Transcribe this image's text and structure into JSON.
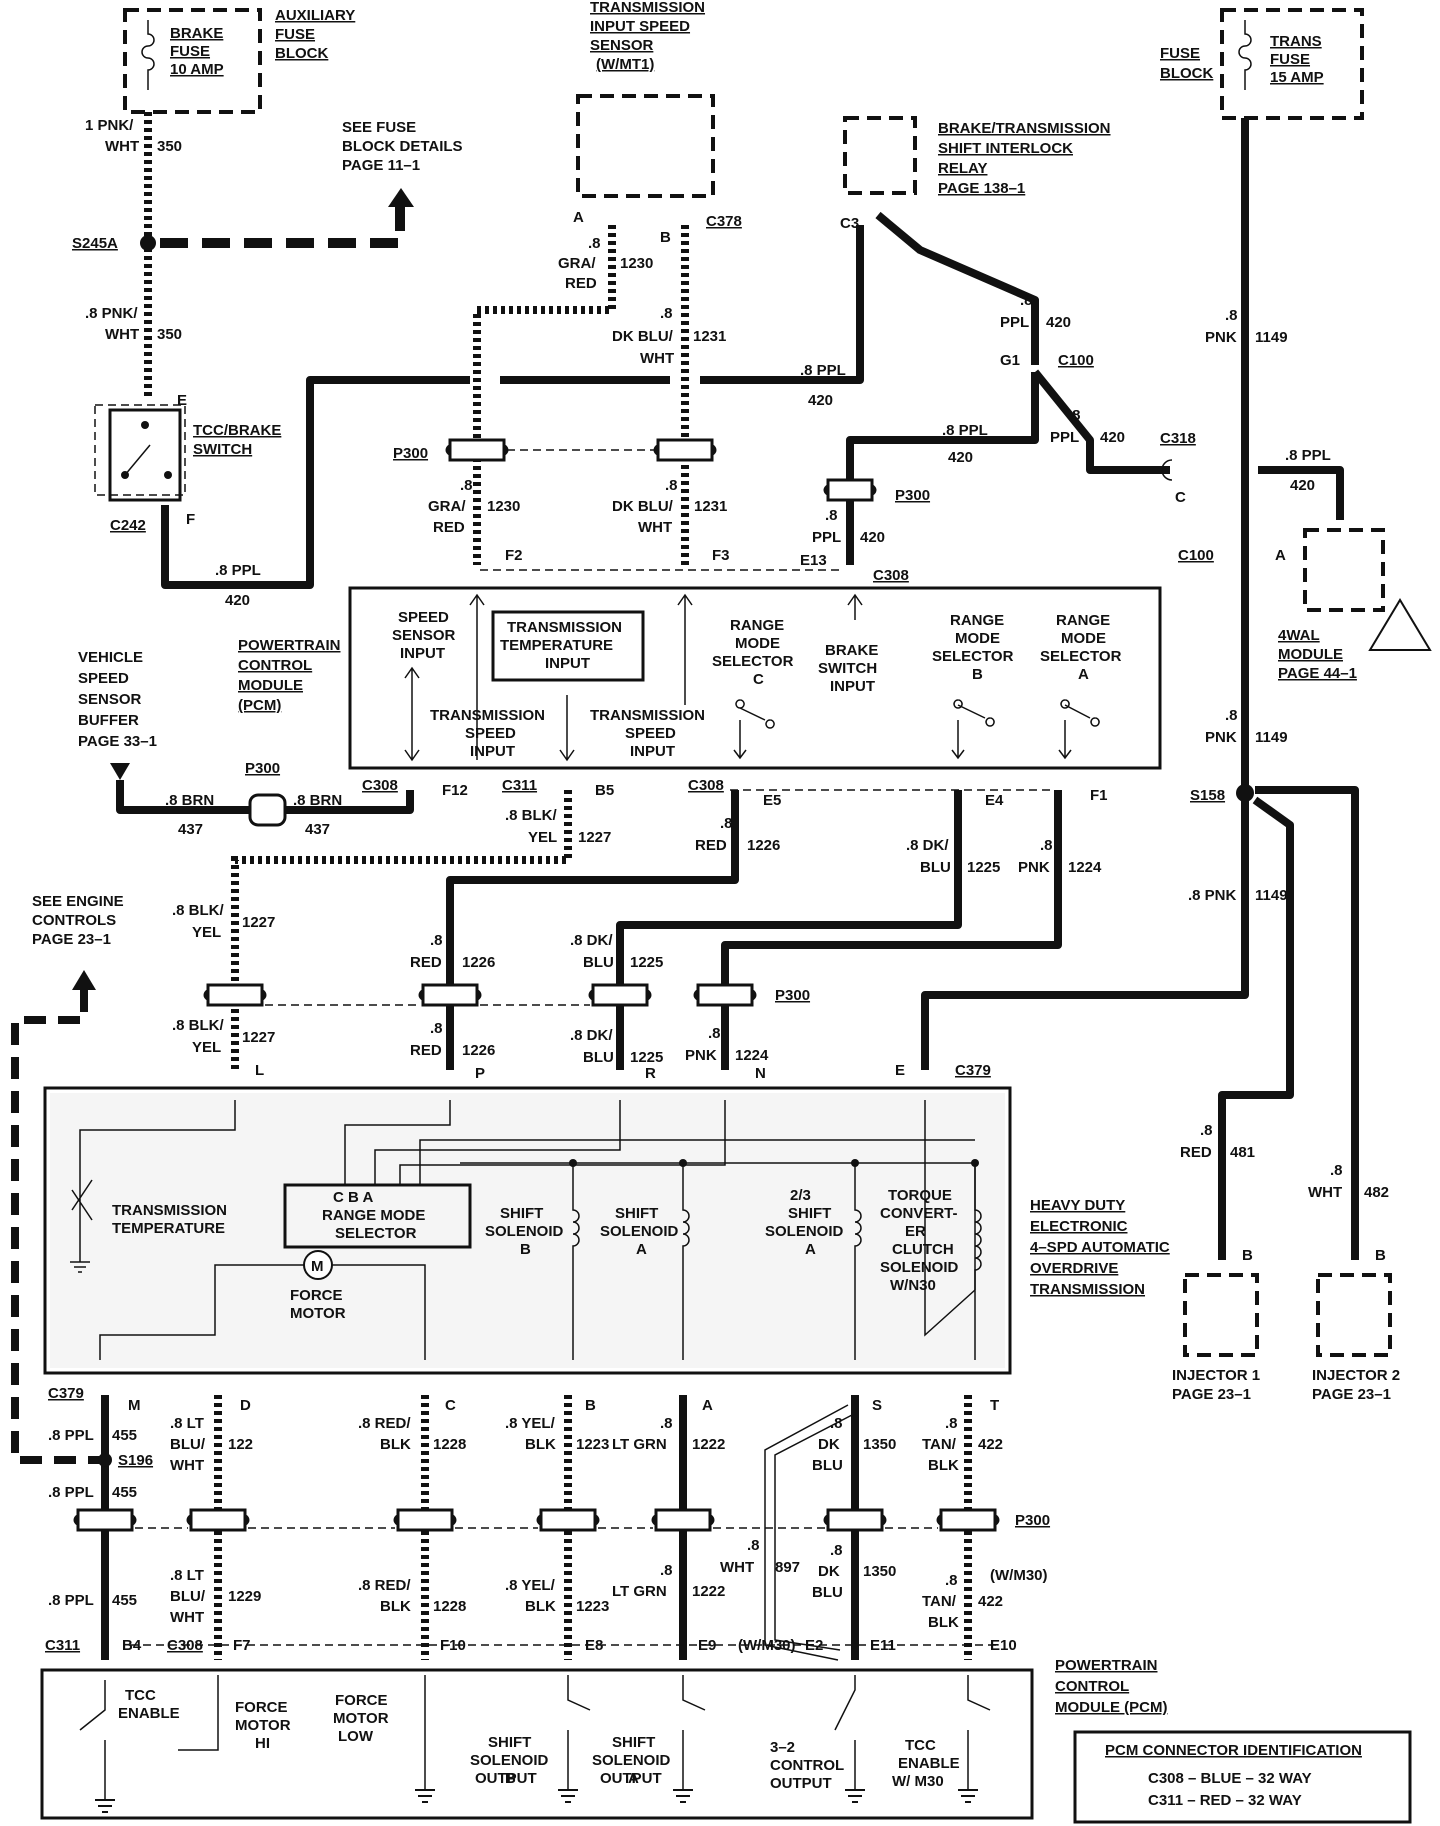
{
  "labels": {
    "aux_fuse_block": [
      "AUXILIARY",
      "FUSE",
      "BLOCK"
    ],
    "brake_fuse": [
      "BRAKE",
      "FUSE",
      "10 AMP"
    ],
    "see_fuse_block": [
      "SEE FUSE",
      "BLOCK DETAILS",
      "PAGE 11–1"
    ],
    "s245a": "S245A",
    "w350a": [
      "1 PNK/",
      "WHT",
      "350"
    ],
    "w350b": [
      ".8 PNK/",
      "WHT",
      "350"
    ],
    "tcc_brake_switch": [
      "TCC/BRAKE",
      "SWITCH"
    ],
    "c242": "C242",
    "w420_bottom": [
      ".8 PPL",
      "420"
    ],
    "tiss": [
      "TRANSMISSION",
      "INPUT SPEED",
      "SENSOR",
      "(W/MT1)"
    ],
    "c378": "C378",
    "pin_a": "A",
    "pin_b": "B",
    "pin_c": "C",
    "pin_e": "E",
    "pin_f": "F",
    "w1230": [
      ".8",
      "GRA/",
      "RED",
      "1230"
    ],
    "w1231": [
      ".8",
      "DK BLU/",
      "WHT",
      "1231"
    ],
    "w420_mid": [
      ".8 PPL",
      "420"
    ],
    "shift_interlock": [
      "BRAKE/TRANSMISSION",
      "SHIFT INTERLOCK",
      "RELAY",
      "PAGE 138–1"
    ],
    "c3": "C3",
    "w420_ppl": [
      ".8",
      "PPL",
      "420"
    ],
    "g1": "G1",
    "c100": "C100",
    "c318": "C318",
    "p300": "P300",
    "pin_f2": "F2",
    "pin_f3": "F3",
    "pin_e13": "E13",
    "c308": "C308",
    "trans_fuse": [
      "TRANS",
      "FUSE",
      "15 AMP"
    ],
    "fuse_block": [
      "FUSE",
      "BLOCK"
    ],
    "w1149": [
      ".8",
      "PNK",
      "1149"
    ],
    "w1149b": [
      ".8 PNK",
      "1149"
    ],
    "s158": "S158",
    "wal_module": [
      "4WAL",
      "MODULE",
      "PAGE 44–1"
    ],
    "pcm": [
      "POWERTRAIN",
      "CONTROL",
      "MODULE",
      "(PCM)"
    ],
    "pcm_in": {
      "speed_sensor": [
        "SPEED",
        "SENSOR",
        "INPUT"
      ],
      "trans_temp": [
        "TRANSMISSION",
        "TEMPERATURE",
        "INPUT"
      ],
      "tss1": [
        "TRANSMISSION",
        "SPEED",
        "INPUT"
      ],
      "tss2": [
        "TRANSMISSION",
        "SPEED",
        "INPUT"
      ],
      "rms_c": [
        "RANGE",
        "MODE",
        "SELECTOR",
        "C"
      ],
      "brake_sw": [
        "BRAKE",
        "SWITCH",
        "INPUT"
      ],
      "rms_b": [
        "RANGE",
        "MODE",
        "SELECTOR",
        "B"
      ],
      "rms_a": [
        "RANGE",
        "MODE",
        "SELECTOR",
        "A"
      ]
    },
    "vssb": [
      "VEHICLE",
      "SPEED",
      "SENSOR",
      "BUFFER",
      "PAGE 33–1"
    ],
    "w437": [
      ".8 BRN",
      "437"
    ],
    "pin_f12": "F12",
    "c311": "C311",
    "pin_b5": "B5",
    "pin_e5": "E5",
    "pin_e4": "E4",
    "pin_f1": "F1",
    "w1227": [
      ".8 BLK/",
      "YEL",
      "1227"
    ],
    "w1226": [
      ".8",
      "RED",
      "1226"
    ],
    "w1225": [
      ".8 DK/",
      "BLU",
      "1225"
    ],
    "w1224": [
      ".8",
      "PNK",
      "1224"
    ],
    "see_engine": [
      "SEE ENGINE",
      "CONTROLS",
      "PAGE 23–1"
    ],
    "pin_l": "L",
    "pin_p": "P",
    "pin_r": "R",
    "pin_n": "N",
    "c379": "C379",
    "w481": [
      ".8",
      "RED",
      "481"
    ],
    "w482": [
      ".8",
      "WHT",
      "482"
    ],
    "injector1": [
      "INJECTOR 1",
      "PAGE 23–1"
    ],
    "injector2": [
      "INJECTOR 2",
      "PAGE 23–1"
    ],
    "trans_box": {
      "temp": [
        "TRANSMISSION",
        "TEMPERATURE"
      ],
      "rms": [
        "C   B   A",
        "RANGE MODE",
        "SELECTOR"
      ],
      "force_motor": [
        "FORCE",
        "MOTOR"
      ],
      "m": "M",
      "ss_b": [
        "SHIFT",
        "SOLENOID",
        "B"
      ],
      "ss_a": [
        "SHIFT",
        "SOLENOID",
        "A"
      ],
      "ss_23": [
        "2/3",
        "SHIFT",
        "SOLENOID",
        "A"
      ],
      "tcc": [
        "TORQUE",
        "CONVERT-",
        "ER",
        "CLUTCH",
        "SOLENOID",
        "W/N30"
      ]
    },
    "hd_trans": [
      "HEAVY DUTY",
      "ELECTRONIC",
      "4–SPD AUTOMATIC",
      "OVERDRIVE",
      "TRANSMISSION"
    ],
    "pin_m": "M",
    "pin_d": "D",
    "pin_s": "S",
    "pin_t": "T",
    "w455": [
      ".8 PPL",
      "455"
    ],
    "s196": "S196",
    "w122": [
      ".8 LT",
      "BLU/",
      "WHT",
      "122"
    ],
    "w1229": [
      ".8 LT",
      "BLU/",
      "WHT",
      "1229"
    ],
    "w1228": [
      ".8 RED/",
      "BLK",
      "1228"
    ],
    "w1223": [
      ".8 YEL/",
      "BLK",
      "1223"
    ],
    "w1222": [
      ".8",
      "LT GRN",
      "1222"
    ],
    "w1350": [
      ".8",
      "DK",
      "BLU",
      "1350"
    ],
    "w422": [
      ".8",
      "TAN/",
      "BLK",
      "422"
    ],
    "w897": [
      ".8",
      "WHT",
      "897"
    ],
    "w_m30": "(W/M30)",
    "pin_b4": "B4",
    "pin_f7": "F7",
    "pin_f10": "F10",
    "pin_e8": "E8",
    "pin_e9": "E9",
    "pin_e2": "E2",
    "pin_e11": "E11",
    "pin_e10": "E10",
    "pcm_out": {
      "tcc_enable": [
        "TCC",
        "ENABLE"
      ],
      "fm_hi": [
        "FORCE",
        "MOTOR",
        "HI"
      ],
      "fm_low": [
        "FORCE",
        "MOTOR",
        "LOW"
      ],
      "ssb_out": [
        "SHIFT",
        "SOLENOID",
        "B",
        "OUTPUT"
      ],
      "ssa_out": [
        "SHIFT",
        "SOLENOID",
        "A",
        "OUTPUT"
      ],
      "c32_out": [
        "3–2",
        "CONTROL",
        "OUTPUT"
      ],
      "tcc_m30": [
        "TCC",
        "ENABLE",
        "W/ M30"
      ]
    },
    "pcm2": [
      "POWERTRAIN",
      "CONTROL",
      "MODULE (PCM)"
    ],
    "pcm_conn": [
      "PCM CONNECTOR IDENTIFICATION",
      "C308 – BLUE  – 32 WAY",
      "C311 – RED   – 32 WAY"
    ]
  }
}
